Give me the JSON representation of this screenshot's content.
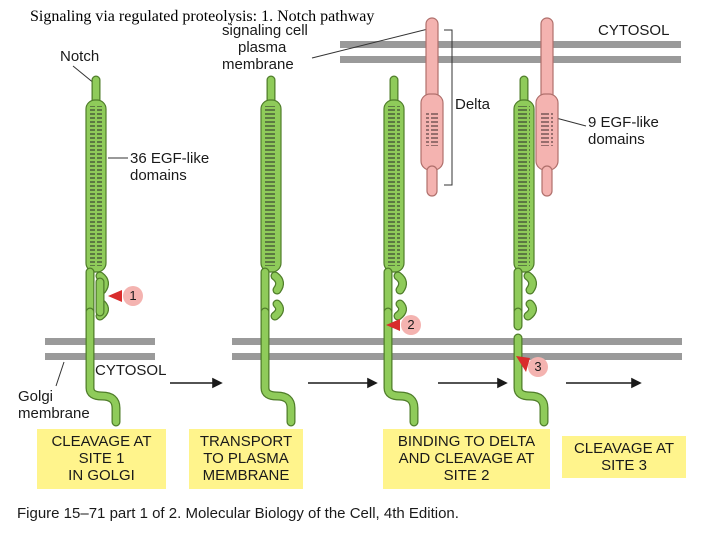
{
  "title": "Signaling via regulated proteolysis: 1. Notch pathway",
  "labels": {
    "signaling_cell": "signaling cell",
    "plasma": "plasma",
    "membrane": "membrane",
    "cytosol_top": "CYTOSOL",
    "notch": "Notch",
    "delta": "Delta",
    "egf36_line1": "36 EGF-like",
    "egf36_line2": "domains",
    "egf9_line1": "9 EGF-like",
    "egf9_line2": "domains",
    "cytosol_bottom": "CYTOSOL",
    "golgi_line1": "Golgi",
    "golgi_line2": "membrane"
  },
  "sites": [
    "1",
    "2",
    "3"
  ],
  "steps": [
    {
      "lines": [
        "CLEAVAGE AT",
        "SITE 1",
        "IN GOLGI"
      ]
    },
    {
      "lines": [
        "TRANSPORT",
        "TO PLASMA",
        "MEMBRANE"
      ]
    },
    {
      "lines": [
        "BINDING TO DELTA",
        "AND CLEAVAGE AT",
        "SITE 2"
      ]
    },
    {
      "lines": [
        "CLEAVAGE AT",
        "SITE 3"
      ]
    }
  ],
  "caption": "Figure 15–71 part 1 of 2. Molecular Biology of the Cell, 4th Edition.",
  "colors": {
    "notch_green": "#8fcb5a",
    "notch_outline": "#4f7d2a",
    "delta_pink": "#f4b3b0",
    "delta_outline": "#b0706c",
    "membrane_gray": "#9a9a9a",
    "arrow_red": "#d92c2c",
    "box_yellow": "#fff48c"
  }
}
